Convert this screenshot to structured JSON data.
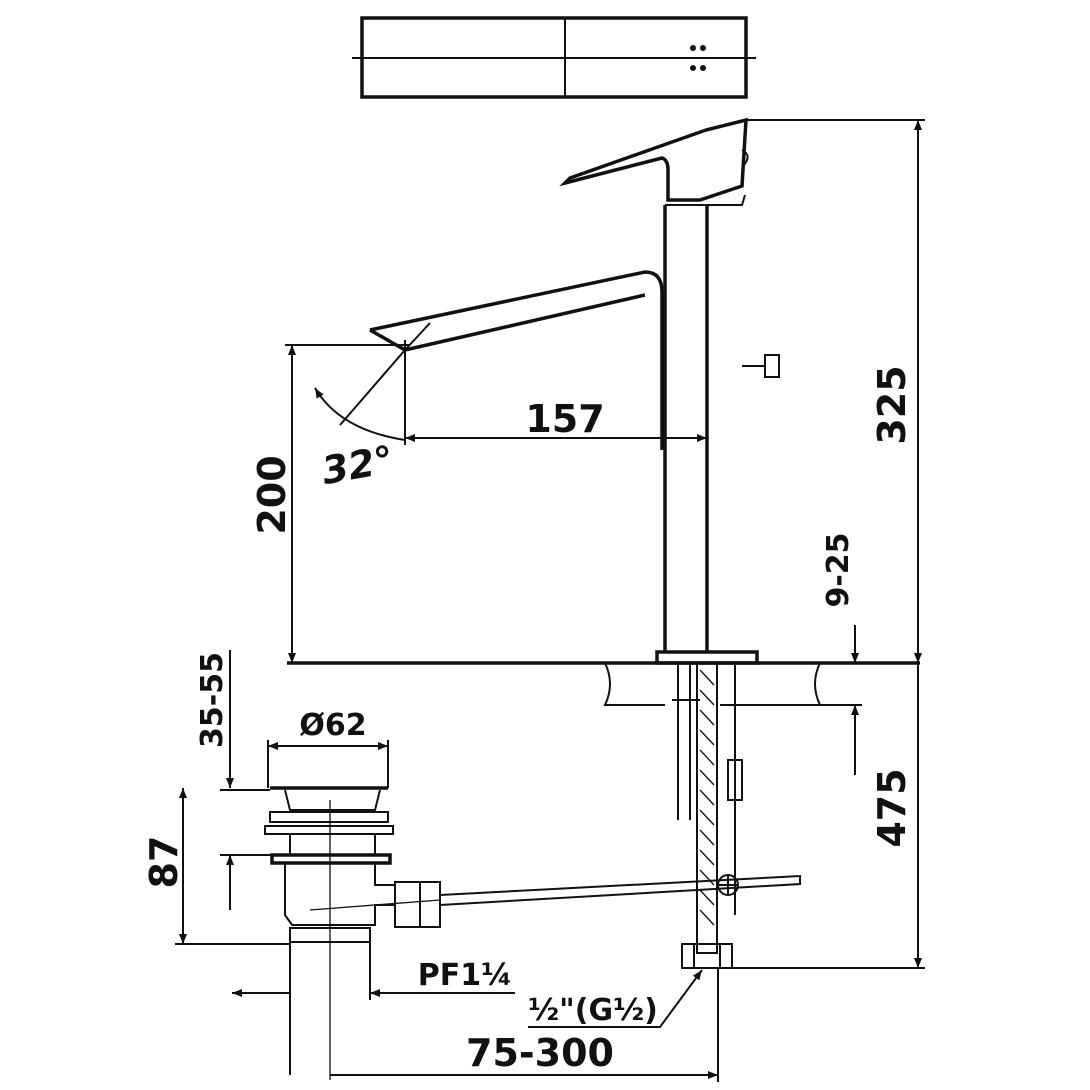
{
  "drawing": {
    "dimensions": {
      "height_total": "325",
      "below_counter": "475",
      "spout_height": "200",
      "spout_reach": "157",
      "spout_angle": "32°",
      "counter_thickness": "9-25",
      "waste_range": "35-55",
      "waste_diameter": "Ø62",
      "waste_height": "87",
      "waste_thread": "PF1¼",
      "supply_thread": "½\"(G½)",
      "waste_distance": "75-300"
    },
    "colors": {
      "line": "#111111",
      "background": "#ffffff"
    }
  }
}
